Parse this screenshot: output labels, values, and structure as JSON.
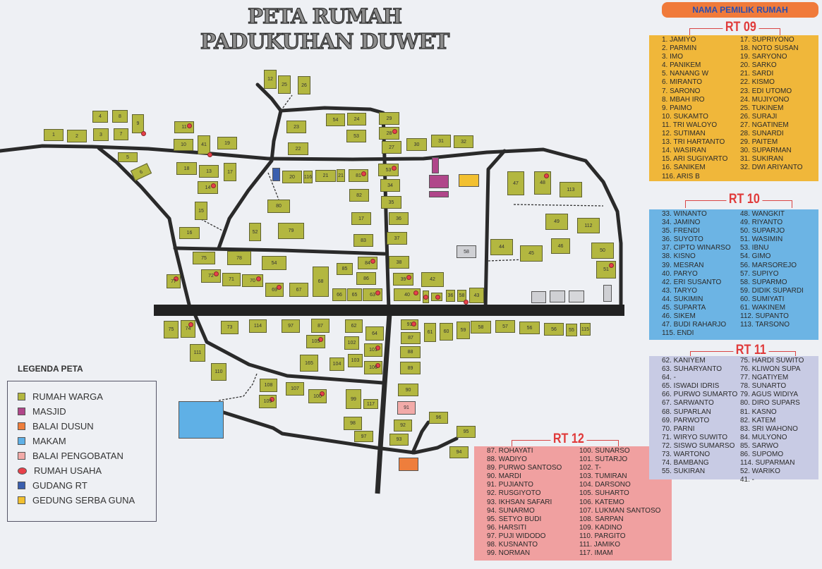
{
  "title": {
    "line1": "PETA RUMAH",
    "line2": "PADUKUHAN DUWET"
  },
  "owners_header": "NAMA PEMILIK RUMAH",
  "legend": {
    "title": "LEGENDA PETA",
    "items": [
      {
        "label": "RUMAH WARGA",
        "color": "#b3b740"
      },
      {
        "label": "MASJID",
        "color": "#b0468a"
      },
      {
        "label": "BALAI DUSUN",
        "color": "#ee7e3c"
      },
      {
        "label": "MAKAM",
        "color": "#5fb0e6"
      },
      {
        "label": "BALAI PENGOBATAN",
        "color": "#f2aaa8"
      },
      {
        "label": "RUMAH USAHA",
        "color": "#e8404a"
      },
      {
        "label": "GUDANG RT",
        "color": "#3a5fae"
      },
      {
        "label": "GEDUNG SERBA GUNA",
        "color": "#f2c030"
      }
    ]
  },
  "rt_lists": {
    "rt09": {
      "title": "RT 09",
      "color": "#f0b73a",
      "left": [
        "1.  JAMIYO",
        "2.  PARMIN",
        "3.  IMO",
        "4.  PANIKEM",
        "5.  NANANG W",
        "6.  MIRANTO",
        "7.  SARONO",
        "8.  MBAH IRO",
        "9.  PAIMO",
        "10. SUKAMTO",
        "11. TRI WALOYO",
        "12. SUTIMAN",
        "13. TRI HARTANTO",
        "14. WASIRAN",
        "15. ARI SUGIYARTO",
        "16. SANIKEM",
        "116. ARIS B"
      ],
      "right": [
        "17. SUPRIYONO",
        "18. NOTO SUSAN",
        "19. SARYONO",
        "20. SARKO",
        "21. SARDI",
        "22. KISMO",
        "23. EDI UTOMO",
        "24. MUJIYONO",
        "25. TUKINEM",
        "26. SURAJI",
        "27. NGATINEM",
        "28. SUNARDI",
        "29. PAITEM",
        "30. SUPARMAN",
        "31. SUKIRAN",
        "32. DWI ARIYANTO"
      ]
    },
    "rt10": {
      "title": "RT 10",
      "color": "#6cb4e4",
      "left": [
        "33. WINANTO",
        "34. JAMINO",
        "35. FRENDI",
        "36. SUYOTO",
        "37. CIPTO WINARSO",
        "38. KISNO",
        "39. MESRAN",
        "40. PARYO",
        "42. ERI SUSANTO",
        "43. TARYO",
        "44. SUKIMIN",
        "45. SUPARTA",
        "46. SIKEM",
        "47. BUDI RAHARJO",
        "115. ENDI"
      ],
      "right": [
        "48. WANGKIT",
        "49. RIYANTO",
        "50. SUPARJO",
        "51. WASIMIN",
        "53. IBNU",
        "54. GIMO",
        "56. MARSOREJO",
        "57. SUPIYO",
        "58. SUPARMO",
        "59. DIDIK SUPARDI",
        "60. SUMIYATI",
        "61. WAKINEM",
        "112. SUPANTO",
        "113. TARSONO"
      ]
    },
    "rt11": {
      "title": "RT 11",
      "color": "#c8cbe4",
      "left": [
        "62. KANIYEM",
        "63. SUHARYANTO",
        "64. -",
        "65. ISWADI IDRIS",
        "66. PURWO SUMARTO",
        "67. SARWANTO",
        "68. SUPARLAN",
        "69. PARWOTO",
        "70. PARNI",
        "71. WIRYO SUWITO",
        "72. SISWO SUMARSO",
        "73. WARTONO",
        "74. BAMBANG",
        "55. SUKIRAN"
      ],
      "right": [
        "75. HARDI SUWITO",
        "76. KLIWON SUPA",
        "77. NGATIYEM",
        "78. SUNARTO",
        "79. AGUS WIDIYA",
        "80. DIRO SUPARS",
        "81. KASNO",
        "82. KATEM",
        "83. SRI WAHONO",
        "84. MULYONO",
        "85. SARWO",
        "86. SUPOMO",
        "114. SUPARMAN",
        "52. WARIKO",
        "41.  -"
      ]
    },
    "rt12": {
      "title": "RT 12",
      "color": "#f0a0a0",
      "left": [
        "87. ROHAYATI",
        "88. WADIYO",
        "89. PURWO SANTOSO",
        "90. MARDI",
        "91. PUJIANTO",
        "92. RUSGIYOTO",
        "93. IKHSAN SAFARI",
        "94. SUNARMO",
        "95. SETYO BUDI",
        "96. HARSITI",
        "97. PUJI WIDODO",
        "98. KUSNANTO",
        "99. NORMAN"
      ],
      "right": [
        "100. SUNARSO",
        "101. SUTARJO",
        "102. T-",
        "103. TUMIRAN",
        "104. DARSONO",
        "105. SUHARTO",
        "106. KATEMO",
        "107. LUKMAN SANTOSO",
        "108. SARPAN",
        "109. KADINO",
        "110. PARGITO",
        "111. JAMIKO",
        "117. IMAM"
      ]
    }
  },
  "map": {
    "houses": [
      {
        "label": "1",
        "usaha": false
      },
      {
        "label": "2",
        "usaha": false
      },
      {
        "label": "3",
        "usaha": false
      },
      {
        "label": "4",
        "usaha": false
      },
      {
        "label": "8",
        "usaha": false
      },
      {
        "label": "9",
        "usaha": true
      },
      {
        "label": "7",
        "usaha": false
      },
      {
        "label": "5",
        "usaha": false
      },
      {
        "label": "6",
        "usaha": false
      },
      {
        "label": "11",
        "usaha": true
      },
      {
        "label": "10",
        "usaha": false
      },
      {
        "label": "41",
        "usaha": true
      },
      {
        "label": "19",
        "usaha": false
      },
      {
        "label": "18",
        "usaha": false
      },
      {
        "label": "13",
        "usaha": false
      },
      {
        "label": "17",
        "usaha": false
      },
      {
        "label": "14",
        "usaha": true
      },
      {
        "label": "15",
        "usaha": false
      },
      {
        "label": "16",
        "usaha": false
      },
      {
        "label": "12",
        "usaha": false
      },
      {
        "label": "25",
        "usaha": false
      },
      {
        "label": "26",
        "usaha": false
      },
      {
        "label": "54",
        "usaha": false
      },
      {
        "label": "24",
        "usaha": false
      },
      {
        "label": "23",
        "usaha": false
      },
      {
        "label": "53",
        "usaha": false
      },
      {
        "label": "22",
        "usaha": false
      },
      {
        "label": "29",
        "usaha": false
      },
      {
        "label": "28",
        "usaha": true
      },
      {
        "label": "27",
        "usaha": false
      },
      {
        "label": "30",
        "usaha": false
      },
      {
        "label": "31",
        "usaha": false
      },
      {
        "label": "32",
        "usaha": false
      },
      {
        "label": "20",
        "usaha": false
      },
      {
        "label": "116",
        "usaha": false
      },
      {
        "label": "21",
        "usaha": false
      },
      {
        "label": "21",
        "usaha": false
      },
      {
        "label": "81",
        "usaha": true
      },
      {
        "label": "53",
        "usaha": true
      },
      {
        "label": "34",
        "usaha": false
      },
      {
        "label": "80",
        "usaha": false
      },
      {
        "label": "82",
        "usaha": false
      },
      {
        "label": "35",
        "usaha": false
      },
      {
        "label": "17",
        "usaha": false
      },
      {
        "label": "36",
        "usaha": false
      },
      {
        "label": "52",
        "usaha": false
      },
      {
        "label": "79",
        "usaha": false
      },
      {
        "label": "83",
        "usaha": false
      },
      {
        "label": "37",
        "usaha": false
      },
      {
        "label": "47",
        "usaha": false
      },
      {
        "label": "48",
        "usaha": true
      },
      {
        "label": "113",
        "usaha": false
      },
      {
        "label": "49",
        "usaha": false
      },
      {
        "label": "112",
        "usaha": false
      },
      {
        "label": "44",
        "usaha": false
      },
      {
        "label": "45",
        "usaha": false
      },
      {
        "label": "46",
        "usaha": false
      },
      {
        "label": "50",
        "usaha": false
      },
      {
        "label": "51",
        "usaha": true
      },
      {
        "label": "75",
        "usaha": false
      },
      {
        "label": "78",
        "usaha": false
      },
      {
        "label": "54",
        "usaha": false
      },
      {
        "label": "85",
        "usaha": false
      },
      {
        "label": "84",
        "usaha": true
      },
      {
        "label": "86",
        "usaha": false
      },
      {
        "label": "77",
        "usaha": true
      },
      {
        "label": "72",
        "usaha": true
      },
      {
        "label": "71",
        "usaha": false
      },
      {
        "label": "70",
        "usaha": true
      },
      {
        "label": "69",
        "usaha": true
      },
      {
        "label": "67",
        "usaha": false
      },
      {
        "label": "68",
        "usaha": false
      },
      {
        "label": "66",
        "usaha": false
      },
      {
        "label": "65",
        "usaha": false
      },
      {
        "label": "63",
        "usaha": true
      },
      {
        "label": "38",
        "usaha": false
      },
      {
        "label": "39",
        "usaha": true
      },
      {
        "label": "42",
        "usaha": false
      },
      {
        "label": "40",
        "usaha": true
      },
      {
        "label": "",
        "usaha": true
      },
      {
        "label": "",
        "usaha": true
      },
      {
        "label": "36",
        "usaha": false
      },
      {
        "label": "58",
        "usaha": true
      },
      {
        "label": "43",
        "usaha": false
      },
      {
        "label": "75",
        "usaha": false
      },
      {
        "label": "74",
        "usaha": true
      },
      {
        "label": "73",
        "usaha": false
      },
      {
        "label": "114",
        "usaha": false
      },
      {
        "label": "97",
        "usaha": false
      },
      {
        "label": "87",
        "usaha": false
      },
      {
        "label": "62",
        "usaha": false
      },
      {
        "label": "64",
        "usaha": false
      },
      {
        "label": "105",
        "usaha": true
      },
      {
        "label": "102",
        "usaha": false
      },
      {
        "label": "101",
        "usaha": true
      },
      {
        "label": "111",
        "usaha": false
      },
      {
        "label": "103",
        "usaha": false
      },
      {
        "label": "106",
        "usaha": true
      },
      {
        "label": "165",
        "usaha": false
      },
      {
        "label": "104",
        "usaha": false
      },
      {
        "label": "110",
        "usaha": false
      },
      {
        "label": "108",
        "usaha": false
      },
      {
        "label": "107",
        "usaha": false
      },
      {
        "label": "109",
        "usaha": true
      },
      {
        "label": "100",
        "usaha": true
      },
      {
        "label": "99",
        "usaha": false
      },
      {
        "label": "117",
        "usaha": false
      },
      {
        "label": "98",
        "usaha": false
      },
      {
        "label": "97",
        "usaha": false
      },
      {
        "label": "91",
        "usaha": true
      },
      {
        "label": "87",
        "usaha": false
      },
      {
        "label": "88",
        "usaha": false
      },
      {
        "label": "89",
        "usaha": false
      },
      {
        "label": "90",
        "usaha": false
      },
      {
        "label": "92",
        "usaha": false
      },
      {
        "label": "93",
        "usaha": false
      },
      {
        "label": "61",
        "usaha": false
      },
      {
        "label": "60",
        "usaha": false
      },
      {
        "label": "59",
        "usaha": false
      },
      {
        "label": "58",
        "usaha": false
      },
      {
        "label": "57",
        "usaha": false
      },
      {
        "label": "56",
        "usaha": false
      },
      {
        "label": "56",
        "usaha": false
      },
      {
        "label": "55",
        "usaha": false
      },
      {
        "label": "115",
        "usaha": false
      },
      {
        "label": "96",
        "usaha": false
      },
      {
        "label": "95",
        "usaha": false
      },
      {
        "label": "94",
        "usaha": false
      }
    ],
    "balai_pengobatan_label": "91",
    "gray_building_label": "58"
  }
}
